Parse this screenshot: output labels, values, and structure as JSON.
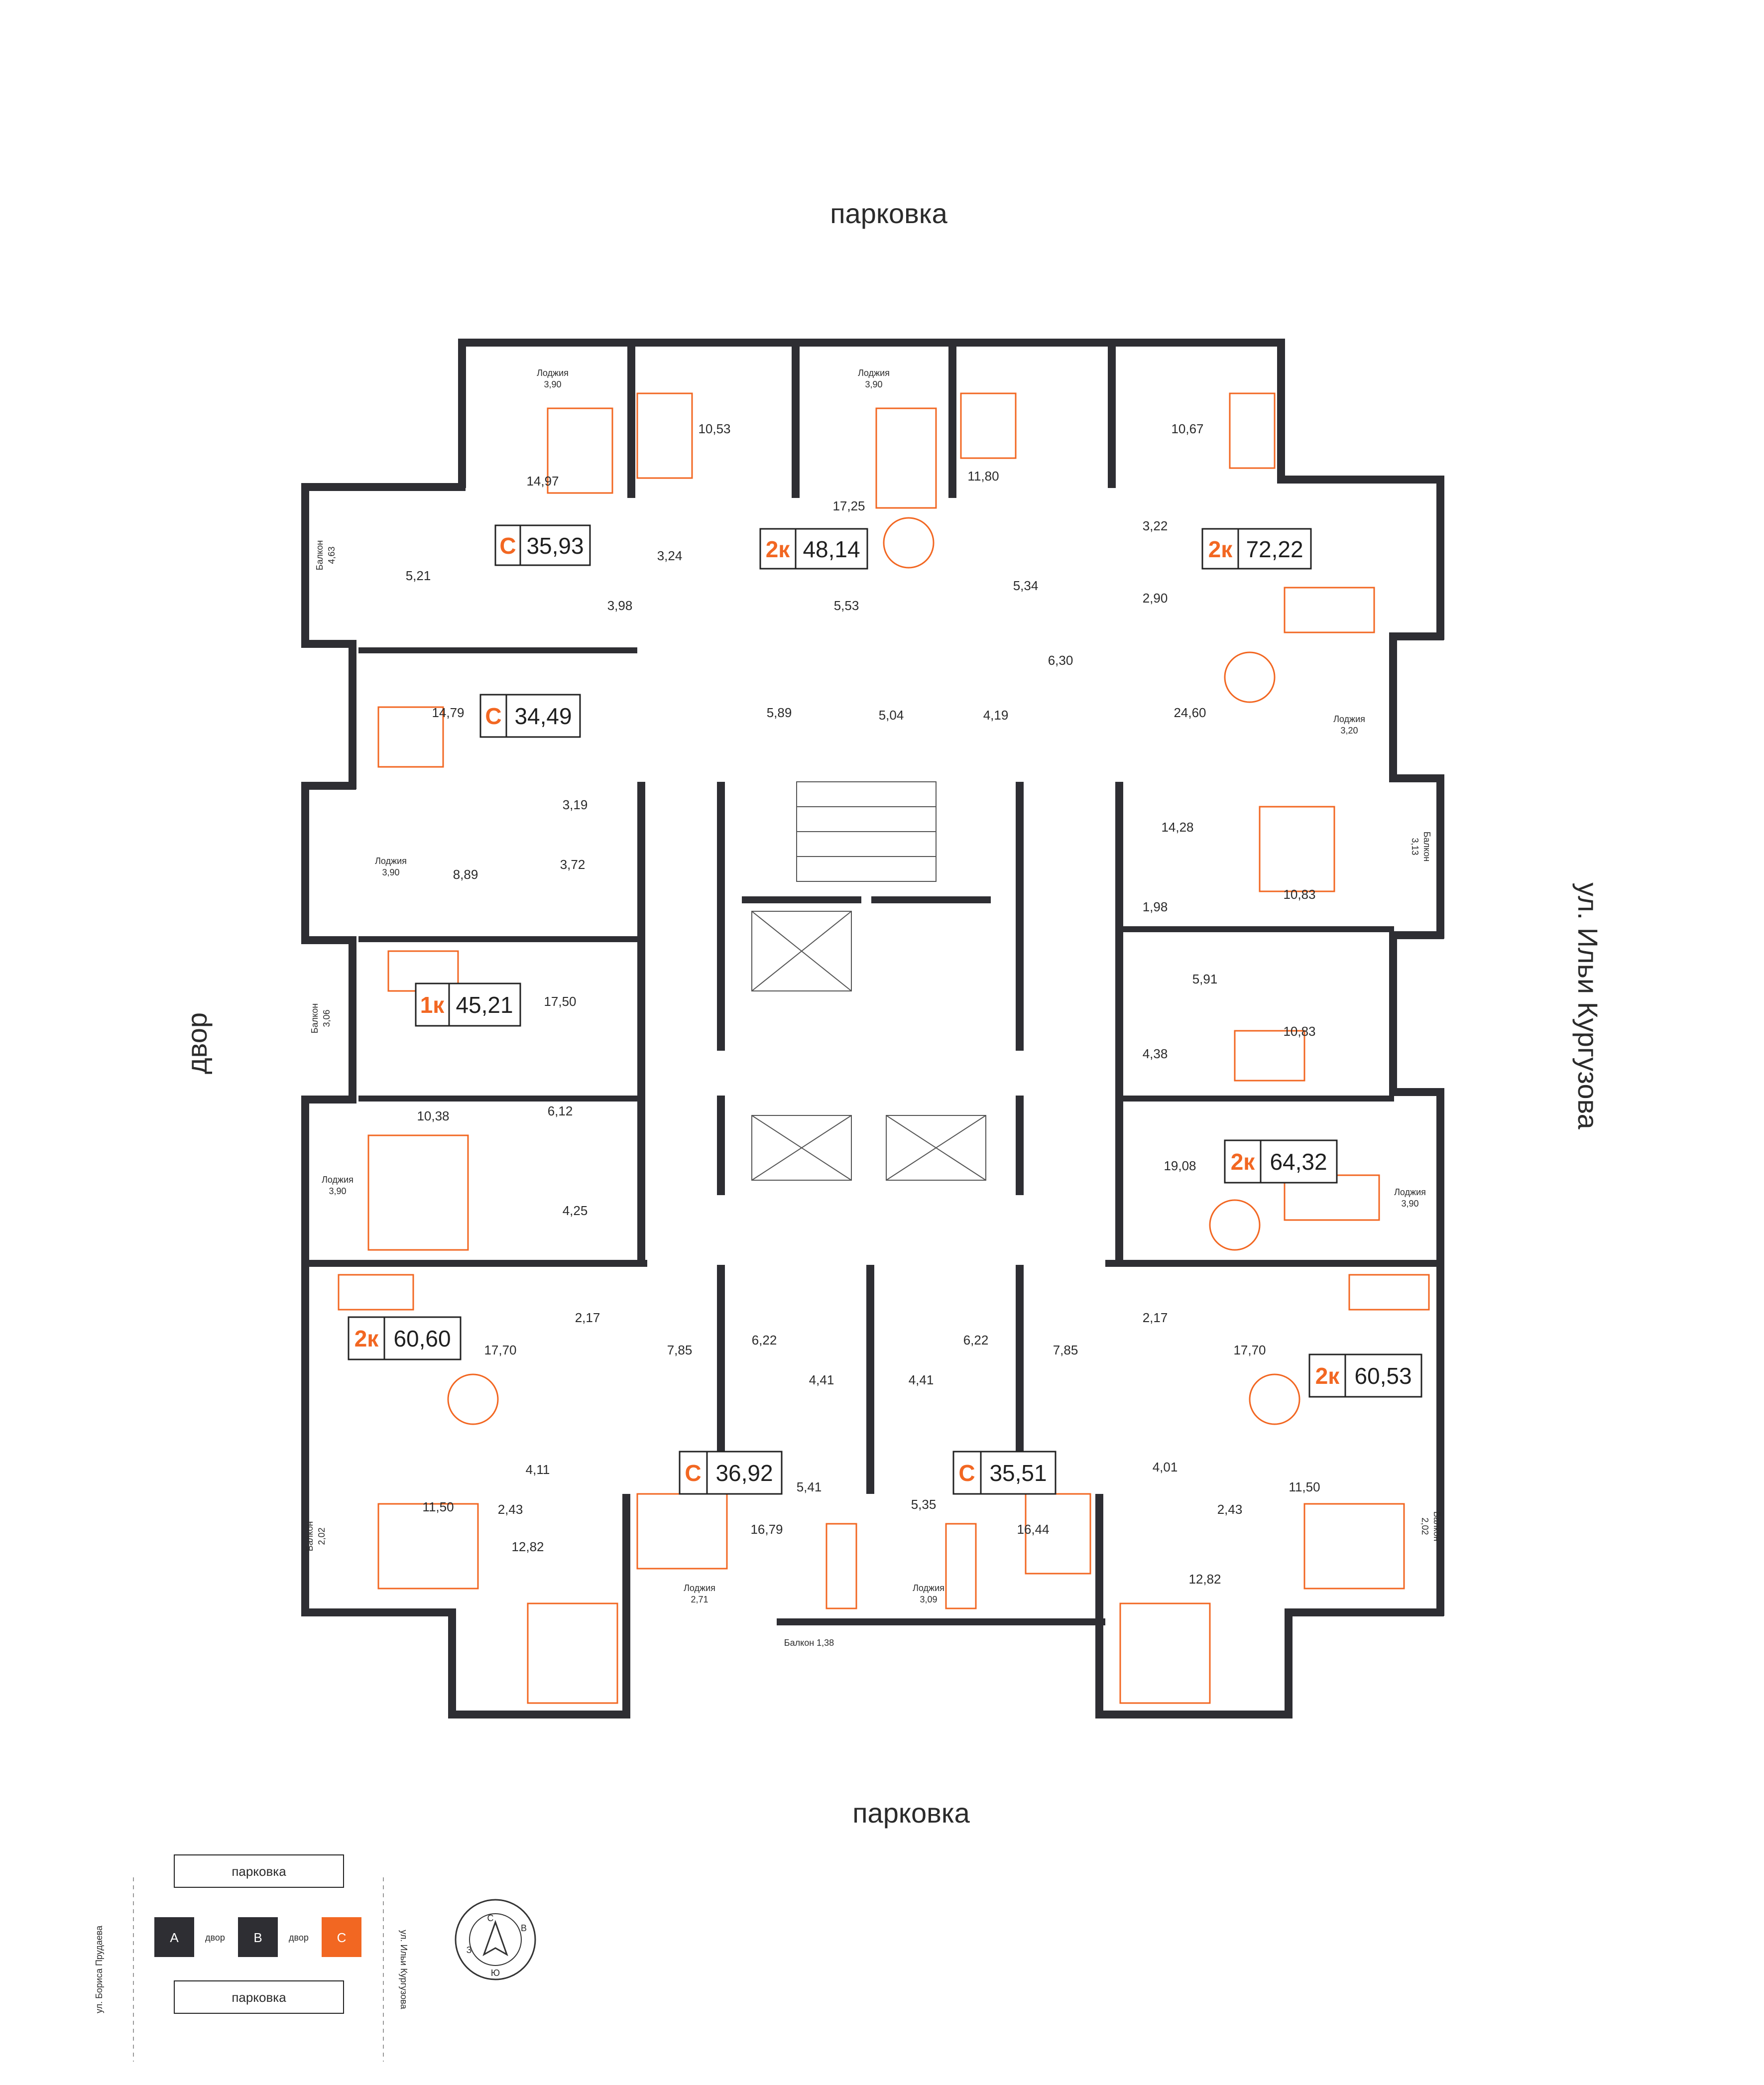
{
  "streets": {
    "top": "парковка",
    "bottom": "парковка",
    "left": "двор",
    "right": "ул. Ильи Кургузова"
  },
  "apartments": [
    {
      "id": "a1",
      "type": "С",
      "area": "35,93"
    },
    {
      "id": "a2",
      "type": "2к",
      "area": "48,14"
    },
    {
      "id": "a3",
      "type": "2к",
      "area": "72,22"
    },
    {
      "id": "a4",
      "type": "С",
      "area": "34,49"
    },
    {
      "id": "a5",
      "type": "1к",
      "area": "45,21"
    },
    {
      "id": "a6",
      "type": "2к",
      "area": "64,32"
    },
    {
      "id": "a7",
      "type": "2к",
      "area": "60,60"
    },
    {
      "id": "a8",
      "type": "2к",
      "area": "60,53"
    },
    {
      "id": "a9",
      "type": "С",
      "area": "36,92"
    },
    {
      "id": "a10",
      "type": "С",
      "area": "35,51"
    }
  ],
  "rooms": [
    "14,97",
    "10,53",
    "17,25",
    "11,80",
    "10,67",
    "3,22",
    "5,21",
    "3,24",
    "5,53",
    "5,34",
    "2,90",
    "3,98",
    "6,30",
    "14,79",
    "5,89",
    "5,04",
    "4,19",
    "24,60",
    "3,19",
    "8,89",
    "3,72",
    "14,28",
    "1,98",
    "10,83",
    "17,50",
    "5,91",
    "10,83",
    "4,38",
    "6,12",
    "10,38",
    "4,25",
    "19,08",
    "2,17",
    "7,85",
    "6,22",
    "4,41",
    "4,41",
    "6,22",
    "7,85",
    "2,17",
    "17,70",
    "17,70",
    "4,11",
    "5,41",
    "5,35",
    "4,01",
    "11,50",
    "2,43",
    "16,79",
    "16,44",
    "2,43",
    "11,50",
    "12,82",
    "12,82"
  ],
  "outdoor": {
    "loggia_1": {
      "label": "Лоджия",
      "value": "3,90"
    },
    "loggia_2": {
      "label": "Лоджия",
      "value": "3,90"
    },
    "balcony_1": {
      "label": "Балкон",
      "value": "4,63"
    },
    "loggia_3": {
      "label": "Лоджия",
      "value": "3,90"
    },
    "loggia_4": {
      "label": "Лоджия",
      "value": "3,20"
    },
    "balcony_2": {
      "label": "Балкон",
      "value": "3,13"
    },
    "balcony_3": {
      "label": "Балкон",
      "value": "3,06"
    },
    "loggia_5": {
      "label": "Лоджия",
      "value": "3,90"
    },
    "loggia_6": {
      "label": "Лоджия",
      "value": "3,90"
    },
    "balcony_4": {
      "label": "Балкон",
      "value": "2,02"
    },
    "balcony_5": {
      "label": "Балкон",
      "value": "2,02"
    },
    "loggia_7": {
      "label": "Лоджия",
      "value": "2,71"
    },
    "loggia_8": {
      "label": "Лоджия",
      "value": "3,09"
    },
    "balcony_6": {
      "label": "Балкон 1,38"
    }
  },
  "legend": {
    "parking_top": "парковка",
    "parking_bottom": "парковка",
    "street_left": "ул. Бориса Прудаева",
    "street_right": "ул. Ильи Кургузова",
    "block_a": "A",
    "block_b": "B",
    "block_c": "C",
    "yard_1": "двор",
    "yard_2": "двор"
  },
  "compass": {
    "n": "С",
    "e": "В",
    "s": "Ю",
    "w": "З"
  },
  "colors": {
    "accent": "#f26722",
    "wall": "#2e2e33"
  }
}
